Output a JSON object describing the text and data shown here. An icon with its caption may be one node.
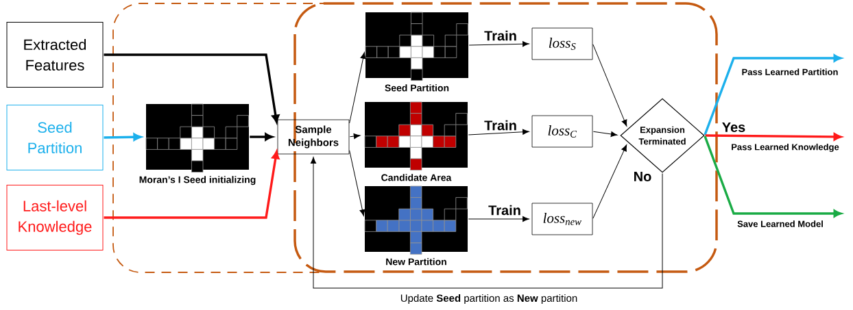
{
  "diagram": {
    "nodes": [
      {
        "text": [
          "Extracted Features"
        ]
      },
      {
        "text": [
          "Seed Partition"
        ]
      },
      {
        "text": [
          "Last-level Knowledge"
        ]
      },
      {
        "text": [],
        "shape": "picture",
        "beside": [
          "Moran’s I Seed initializing"
        ]
      },
      {
        "text": [
          "Sample Neighbors"
        ]
      },
      {
        "text": [],
        "shape": "picture",
        "beside": [
          "**Seed** Partition"
        ]
      },
      {
        "text": [],
        "shape": "picture",
        "beside": [
          "**Candidate** Area"
        ]
      },
      {
        "text": [],
        "shape": "picture",
        "beside": [
          "**New** Partition"
        ]
      },
      {
        "text": [
          "loss$_{S}$"
        ]
      },
      {
        "text": [
          "loss$_{C}$"
        ]
      },
      {
        "text": [
          "loss$_{new}$"
        ]
      },
      {
        "text": [
          "Expansion Terminated"
        ]
      }
    ],
    "edges": [
      {
        "from": 0,
        "to": 4,
        "arrow": "to",
        "style": "thick"
      },
      {
        "from": 1,
        "to": 3,
        "arrow": "to",
        "style": "thick",
        "color": "#1cb0ec"
      },
      {
        "from": 2,
        "to": 4,
        "arrow": "to",
        "style": "thick",
        "color": "#ff1a1a"
      },
      {
        "from": 3,
        "to": 4,
        "arrow": "to",
        "style": "thick"
      },
      {
        "from": 4,
        "to": 5,
        "arrow": "to"
      },
      {
        "from": 4,
        "to": 6,
        "arrow": "to"
      },
      {
        "from": 4,
        "to": 7,
        "arrow": "to"
      },
      {
        "from": 5,
        "to": 8,
        "arrow": "to",
        "label": "Train"
      },
      {
        "from": 6,
        "to": 9,
        "arrow": "to",
        "label": "Train"
      },
      {
        "from": 7,
        "to": 10,
        "arrow": "to",
        "label": "Train"
      },
      {
        "from": 8,
        "to": 11,
        "arrow": "to"
      },
      {
        "from": 9,
        "to": 11,
        "arrow": "to"
      },
      {
        "from": 10,
        "to": 11,
        "arrow": "to"
      },
      {
        "from": 11,
        "to": 4,
        "arrow": "to",
        "label": "Update **Seed** partition as **New** partition"
      },
      {
        "from": 11,
        "to": null,
        "arrow": "to",
        "style": "thick",
        "color": "#1cb0ec",
        "label": "Pass Learned Partition"
      },
      {
        "from": 11,
        "to": null,
        "arrow": "to",
        "style": "thick",
        "color": "#ff1a1a",
        "label": "Pass Learned Knowledge"
      },
      {
        "from": 11,
        "to": null,
        "arrow": "to",
        "style": "thick",
        "color": "#1aab45",
        "label": "Save Learned Model"
      }
    ],
    "labels": [
      "Yes",
      "No"
    ]
  }
}
